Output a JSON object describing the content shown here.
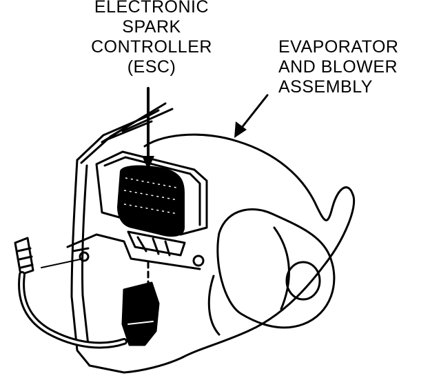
{
  "labels": {
    "esc": [
      "ELECTRONIC",
      "SPARK",
      "CONTROLLER",
      "(ESC)"
    ],
    "evaporator": [
      "EVAPORATOR",
      "AND BLOWER",
      "ASSEMBLY"
    ]
  },
  "colors": {
    "ink": "#000000",
    "paper": "#ffffff"
  }
}
